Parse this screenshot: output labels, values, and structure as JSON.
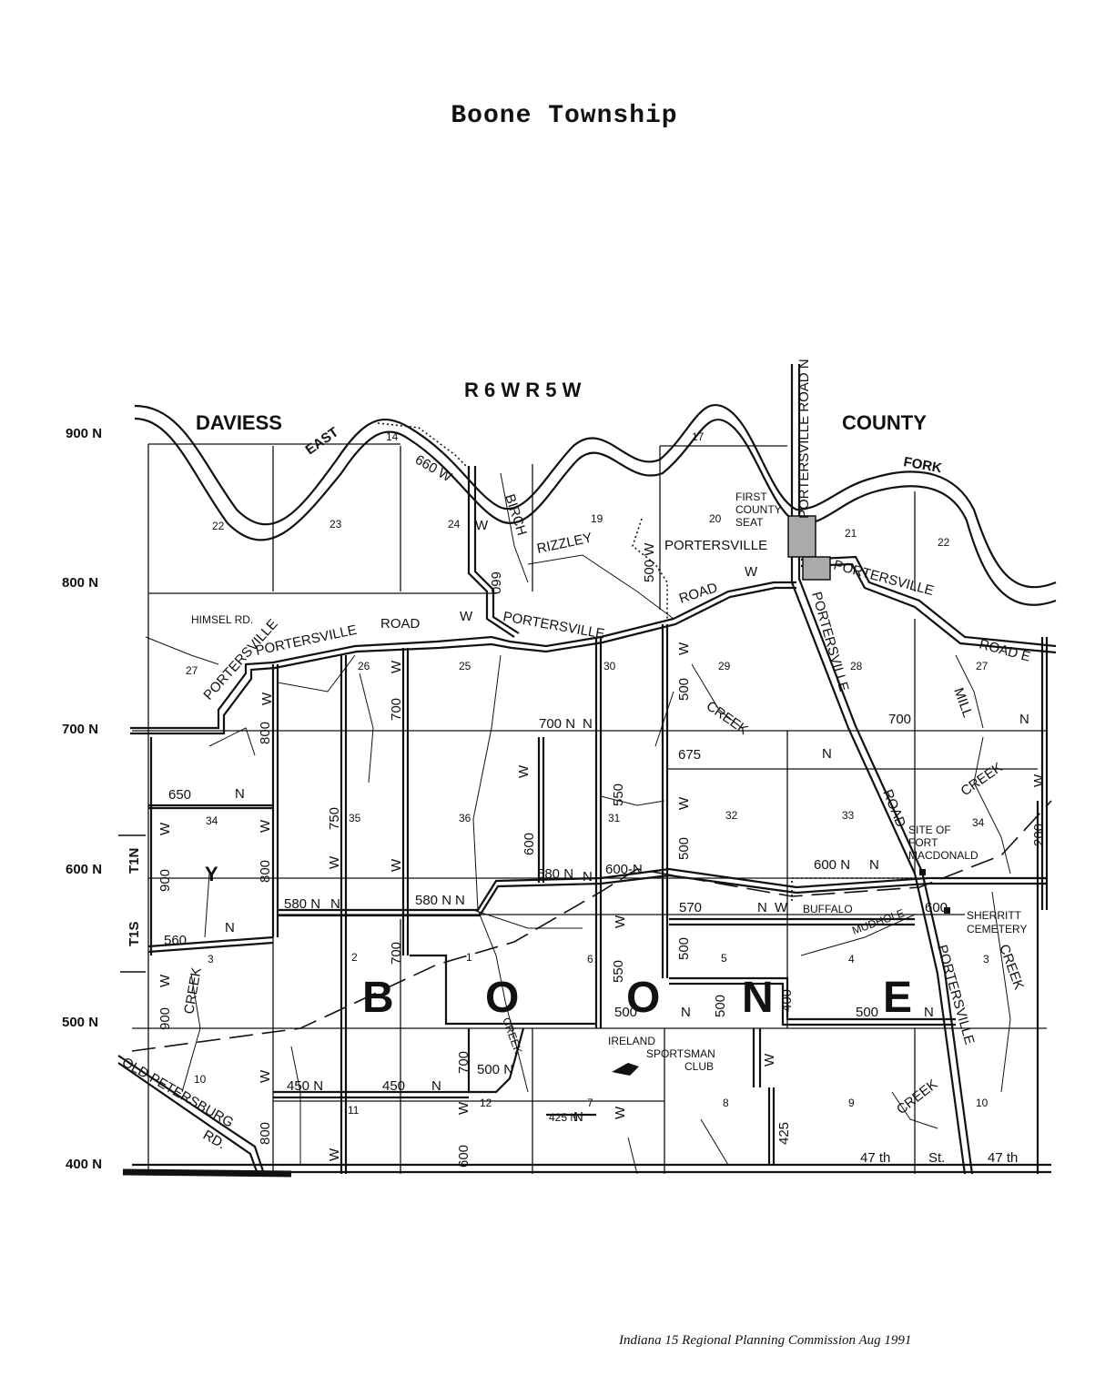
{
  "title": "Boone Township",
  "credit": "Indiana 15 Regional Planning Commission  Aug 1991",
  "map": {
    "range_label": "R 6 W   R 5 W",
    "county_words": [
      "DAVIESS",
      "COUNTY"
    ],
    "township_letters": [
      "B",
      "O",
      "O",
      "N",
      "E"
    ],
    "y_letter": "Y",
    "latitude_labels": [
      "900 N",
      "800 N",
      "700 N",
      "600 N",
      "500 N",
      "400 N"
    ],
    "township_tier_labels": [
      "T1S",
      "T1N"
    ],
    "river_labels": [
      "EAST",
      "FORK"
    ],
    "sections": [
      "22",
      "23",
      "14",
      "24",
      "19",
      "17",
      "20",
      "21",
      "22",
      "27",
      "26",
      "25",
      "30",
      "29",
      "28",
      "27",
      "34",
      "35",
      "36",
      "31",
      "32",
      "33",
      "34",
      "3",
      "2",
      "1",
      "6",
      "5",
      "4",
      "3",
      "10",
      "11",
      "12",
      "7",
      "8",
      "9",
      "10"
    ],
    "road_labels": {
      "himsel": "HIMSEL RD.",
      "portersville_w1": "PORTERSVILLE",
      "road": "ROAD",
      "w": "W",
      "portersville_w2": "PORTERSVILLE",
      "portersville_road_n": "PORTERSVILLE ROAD N",
      "portersville_road_e1": "PORTERSVILLE",
      "portersville_road_e2": "ROAD E",
      "portersville_s": "PORTERSVILLE",
      "portersville_s_road": "ROAD",
      "portersville_se": "PORTERSVILLE",
      "old_petersburg": "OLD PETERSBURG",
      "rd": "RD.",
      "r660w_a": "660 W",
      "r660w_b": "660",
      "r500w_top": "500 W",
      "r700n_a": "700 N",
      "r700n_b": "700",
      "r675": "675",
      "r650": "650",
      "r600n_a": "600 N",
      "r600n_b": "600",
      "r580n_a": "580 N",
      "r580n_b": "580 N",
      "r580n_c": "580 N",
      "r570": "570",
      "r560": "560",
      "r500n_a": "500",
      "r500n_b": "500",
      "r500n_c": "500 N",
      "r450n_a": "450 N",
      "r450n_b": "450",
      "r425n": "425 N",
      "r47th": "47 th",
      "r47th_st": "St.",
      "r47th_b": "47 th",
      "r900w": "900",
      "r800w": "800",
      "r750w": "750",
      "r700w": "700",
      "r600w": "600",
      "r550w": "550",
      "r500w": "500",
      "r400w": "400",
      "r425w": "425",
      "r200w": "200",
      "n": "N",
      "six_hundred_n": "600-N",
      "grizzley": "RIZZLEY",
      "birch": "BIRCH",
      "creek": "CREEK",
      "mill": "MILL",
      "buffalo": "BUFFALO",
      "mudhole": "MUDHOLE"
    },
    "places": {
      "first_county_seat": [
        "FIRST",
        "COUNTY",
        "SEAT"
      ],
      "portersville": "PORTERSVILLE",
      "fort_macdonald": [
        "SITE OF",
        "FORT",
        "MACDONALD"
      ],
      "sherritt_cemetery": [
        "SHERRITT",
        "CEMETERY"
      ],
      "ireland_club": [
        "IRELAND",
        "SPORTSMAN",
        "CLUB"
      ]
    }
  }
}
